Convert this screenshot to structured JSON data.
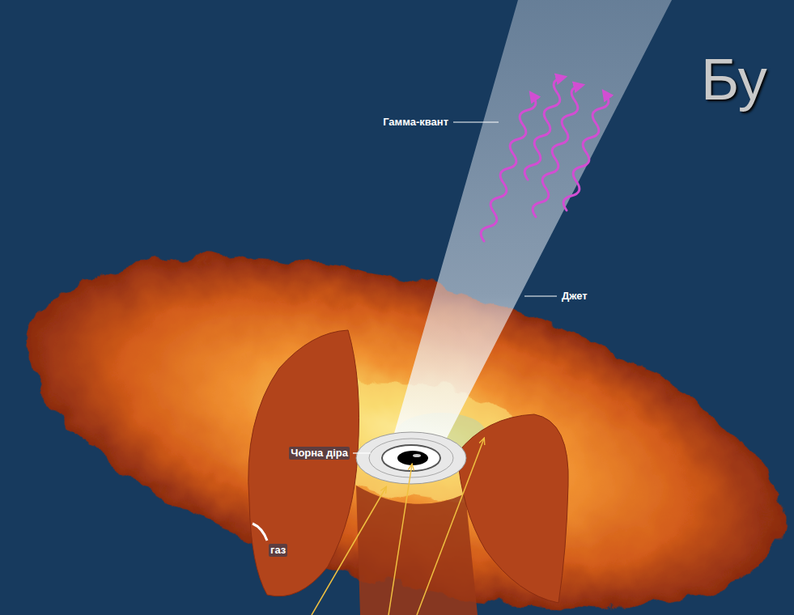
{
  "diagram": {
    "title": "Бу",
    "labels": [
      "Гамма-квант",
      "Джет",
      "Чорна діра",
      "газ"
    ]
  }
}
